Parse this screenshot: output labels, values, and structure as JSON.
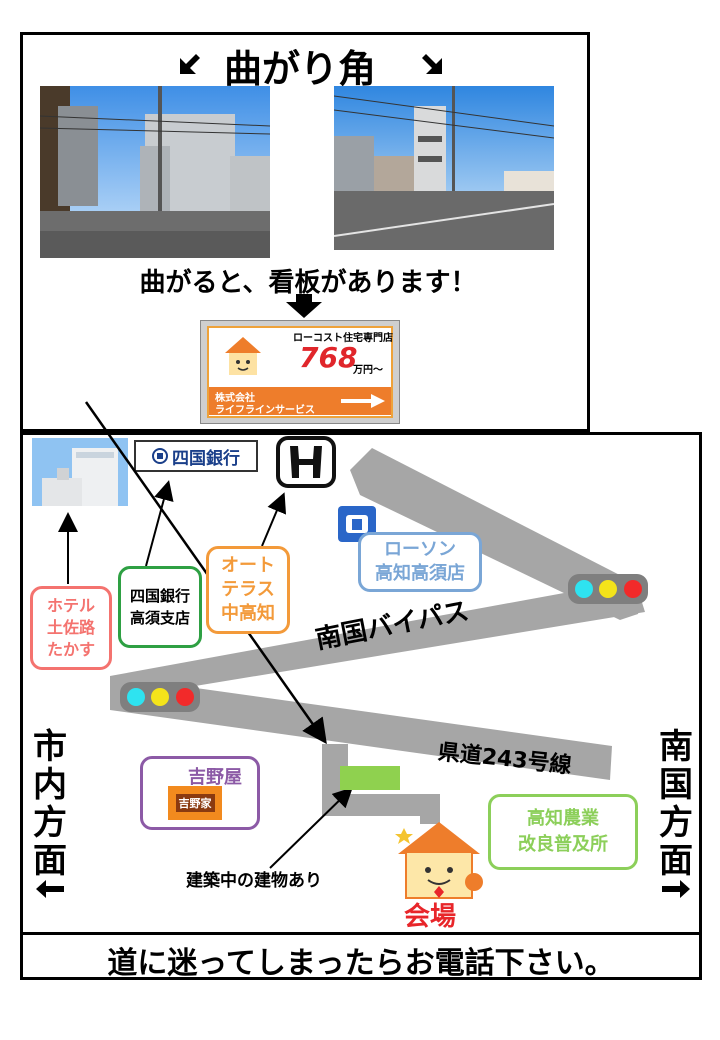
{
  "top": {
    "title": "曲がり角",
    "caption": "曲がると、看板があります！",
    "sign": {
      "line1": "ローコスト住宅専門店",
      "price": "768",
      "price_unit": "万円～",
      "company1": "株式会社",
      "company2": "ライフラインサービス"
    }
  },
  "map": {
    "bank_sign": "四国銀行",
    "labels": {
      "hotel": [
        "ホテル",
        "土佐路",
        "たかす"
      ],
      "bank": [
        "四国銀行",
        "高須支店"
      ],
      "auto": [
        "オート",
        "テラス",
        "中高知"
      ],
      "lawson": [
        "ローソン",
        "高知高須店"
      ],
      "nogyo": [
        "高知農業",
        "改良普及所"
      ],
      "yoshinoya": "吉野屋",
      "yoshinoya_logo": "吉野家"
    },
    "roads": {
      "bypass": "南国バイパス",
      "prefectural": "県道243号線"
    },
    "left_dir": [
      "市",
      "内",
      "方",
      "面"
    ],
    "right_dir": [
      "南",
      "国",
      "方",
      "面"
    ],
    "construction": "建築中の建物あり",
    "venue": "会場",
    "footer": "道に迷ってしまったらお電話下さい。"
  },
  "colors": {
    "hotel": "#f4736f",
    "bank": "#2ea043",
    "auto": "#f39a3a",
    "lawson": "#7aa6d6",
    "nogyo": "#8ccf5a",
    "yoshinoya": "#8c5aa6",
    "road": "#a6a6a6",
    "venue": "#e8262a"
  }
}
